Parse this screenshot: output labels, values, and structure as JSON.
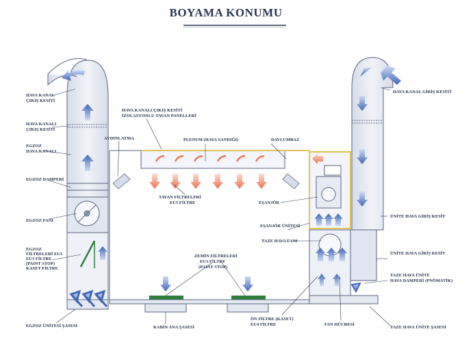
{
  "title": "BOYAMA KONUMU",
  "colors": {
    "duct": "#e4e8f1",
    "duct_stroke": "#59637d",
    "leader": "#2f3750",
    "text": "#1f2a44",
    "arrow_blue": "#3f66b8",
    "arrow_red": "#f07a55",
    "filter_green": "#2f7d3a",
    "panel_yellow": "#e0c35a"
  },
  "labels": {
    "hava_kanal_cikis_kesiti": [
      "HAVA KANAL",
      "ÇIKIŞ KESİTİ"
    ],
    "hava_kanali_cikis_kesiti": [
      "HAVA KANALI",
      "ÇIKIŞ KESİTİ"
    ],
    "egzoz_hava_kanali": [
      "EGZOZ",
      "HAVA KANALI"
    ],
    "egzoz_damperi": "EGZOZ DAMPERİ",
    "egzoz_fani": "EGZOZ FANI",
    "egzoz_filtreleri": [
      "EGZOZ",
      "FİLTRELERİ EU3",
      "EU3 FİLTRE",
      "(PAINT STOP)",
      "KASET FİLTRE"
    ],
    "egzoz_unitesi_sasesi": "EGZOZ ÜNİTESİ ŞASESİ",
    "hava_kanali_izolasyonlu": [
      "HAVA KANALI ÇIKIŞ KESİTİ",
      "İZOLASYONLU TAVAN PANELLERİ"
    ],
    "aydinlatma": "AYDINLATMA",
    "plenum": "PLENUM (HAVA SANDIĞI)",
    "davlumbaz": "DAVLUMBAZ",
    "tavan_filtreleri": [
      "TAVAN FİLTRELERİ",
      "EU5 FİLTRE"
    ],
    "zemin_filtreleri": [
      "ZEMİN FİLTRELERİ",
      "EU3 FİLTRE",
      "(PAINT STOP)"
    ],
    "kabin_ana_sasesi": "KABİN ANA ŞASESİ",
    "on_filtre": [
      "ÖN FİLTRE (KASET)",
      "EU4 FİLTRE"
    ],
    "fan_hucresi": "FAN HÜCRESİ",
    "esanjor": "EŞANJÖR",
    "esanjor_unitesi": "EŞANJÖR ÜNİTESİ",
    "taze_hava_fani": "TAZE HAVA FANI",
    "hava_kanal_giris_kesiti": "HAVA KANAL GİRİŞ KESİTİ",
    "unite_hava_giris_kesit_1": "ÜNİTE HAVA GİRİŞ KESİT",
    "unite_hava_giris_kesit_2": "ÜNİTE HAVA GİRİŞ KESİT",
    "taze_hava_unite_damperi": [
      "TAZE HAVA ÜNİTE",
      "HAVA DAMPERİ (PNÖMATİK)"
    ],
    "taze_hava_unite_sasesi": "TAZE HAVA ÜNİTE ŞASESİ"
  }
}
